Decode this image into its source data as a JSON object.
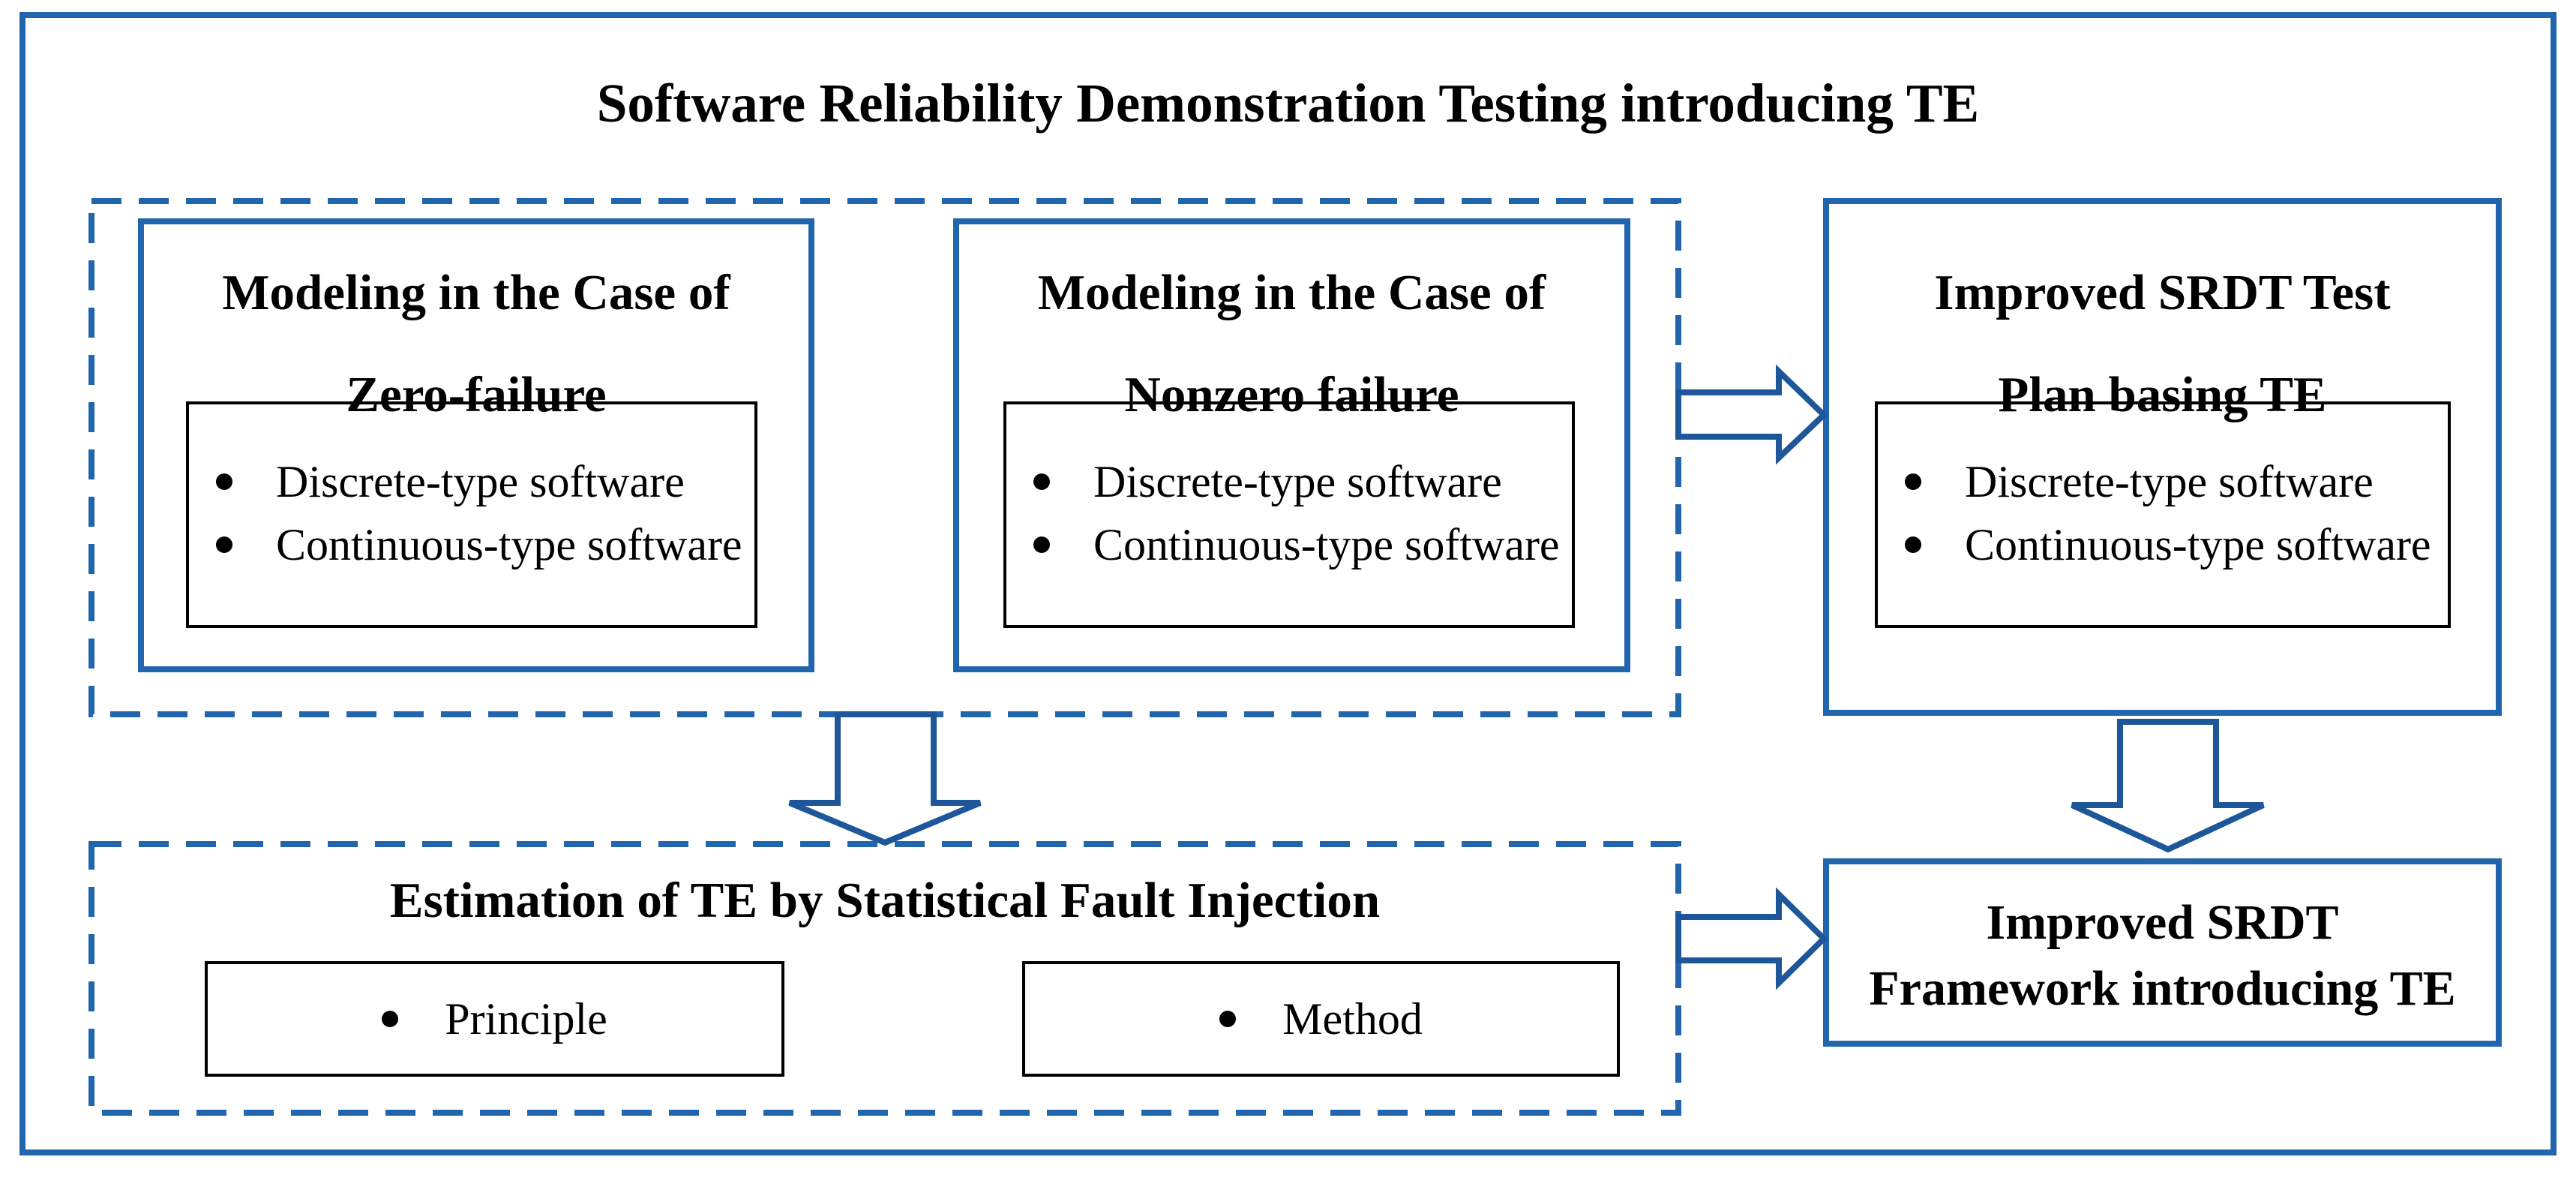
{
  "palette": {
    "line_blue": "#2166AC",
    "arrow_blue": "#1E5799",
    "ink": "#000000",
    "background": "#FFFFFF"
  },
  "title": "Software Reliability Demonstration Testing introducing TE",
  "upper_boxes": [
    {
      "heading_line1": "Modeling in the Case of",
      "heading_line2": "Zero-failure",
      "bullets": [
        "Discrete-type software",
        "Continuous-type software"
      ]
    },
    {
      "heading_line1": "Modeling in the Case of",
      "heading_line2": "Nonzero failure",
      "bullets": [
        "Discrete-type software",
        "Continuous-type software"
      ]
    }
  ],
  "test_plan_box": {
    "heading_line1": "Improved SRDT Test",
    "heading_line2": "Plan basing TE",
    "bullets": [
      "Discrete-type software",
      "Continuous-type software"
    ]
  },
  "estimation_box": {
    "heading": "Estimation of TE by Statistical Fault Injection",
    "items": [
      "Principle",
      "Method"
    ]
  },
  "framework_box": {
    "heading_line1": "Improved SRDT",
    "heading_line2": "Framework introducing TE"
  },
  "connectors": [
    {
      "type": "hollow-arrow",
      "direction": "right",
      "from": "modeling-group",
      "to": "test-plan-box"
    },
    {
      "type": "hollow-arrow",
      "direction": "down",
      "from": "modeling-group",
      "to": "estimation-group"
    },
    {
      "type": "hollow-arrow",
      "direction": "right",
      "from": "estimation-group",
      "to": "framework-box"
    },
    {
      "type": "hollow-arrow",
      "direction": "down",
      "from": "test-plan-box",
      "to": "framework-box"
    }
  ]
}
